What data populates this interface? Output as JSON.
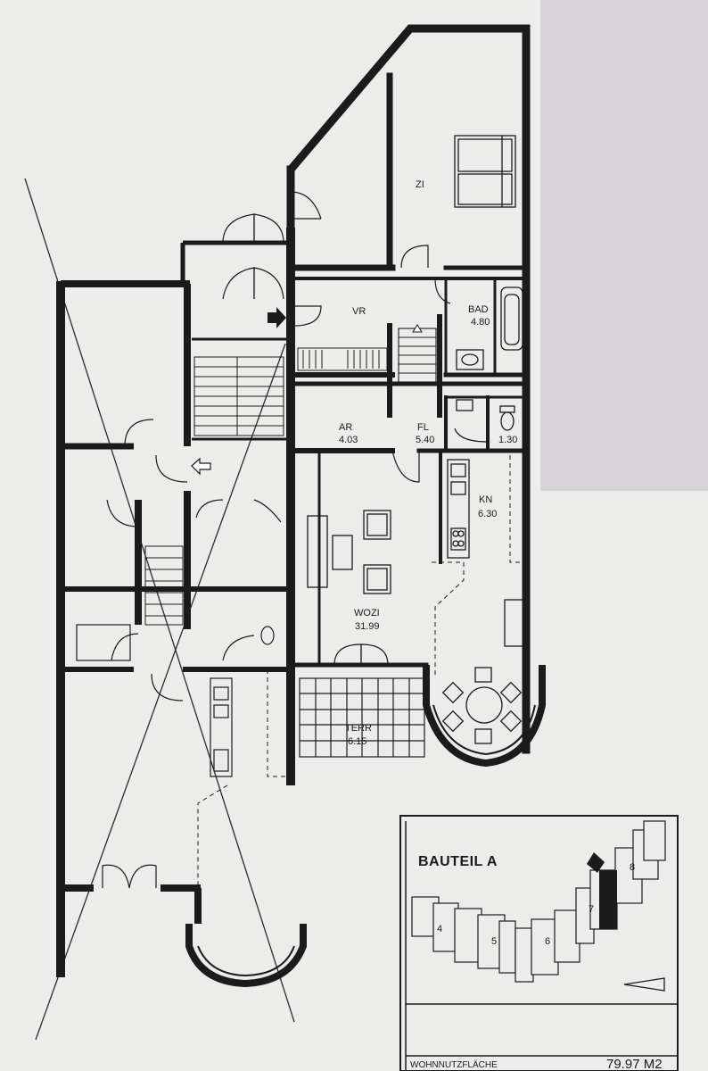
{
  "rooms": {
    "zi": {
      "name": "ZI",
      "area": ""
    },
    "vr": {
      "name": "VR",
      "area": ""
    },
    "bad": {
      "name": "BAD",
      "area": "4.80"
    },
    "ar": {
      "name": "AR",
      "area": "4.03"
    },
    "fl": {
      "name": "FL",
      "area": "5.40"
    },
    "wc": {
      "name": "",
      "area": "1.30"
    },
    "kn": {
      "name": "KN",
      "area": "6.30"
    },
    "wozi": {
      "name": "WOZI",
      "area": "31.99"
    },
    "terr": {
      "name": "TERR",
      "area": "6.15"
    }
  },
  "keyplan": {
    "title": "BAUTEIL A",
    "units": [
      "4",
      "5",
      "6",
      "7",
      "8"
    ],
    "highlighted_unit": "7"
  },
  "footer": {
    "label": "WOHNNUTZFLÄCHE",
    "value": "79.97 M2"
  },
  "colors": {
    "wall": "#1b1b1b",
    "paper": "#ececea",
    "redaction": "#d7d3d6"
  },
  "icons": [
    "entrance-arrow-icon",
    "north-arrow-icon",
    "bed-icon",
    "bathtub-icon",
    "toilet-icon",
    "sink-icon",
    "stove-icon",
    "dining-table-icon"
  ]
}
